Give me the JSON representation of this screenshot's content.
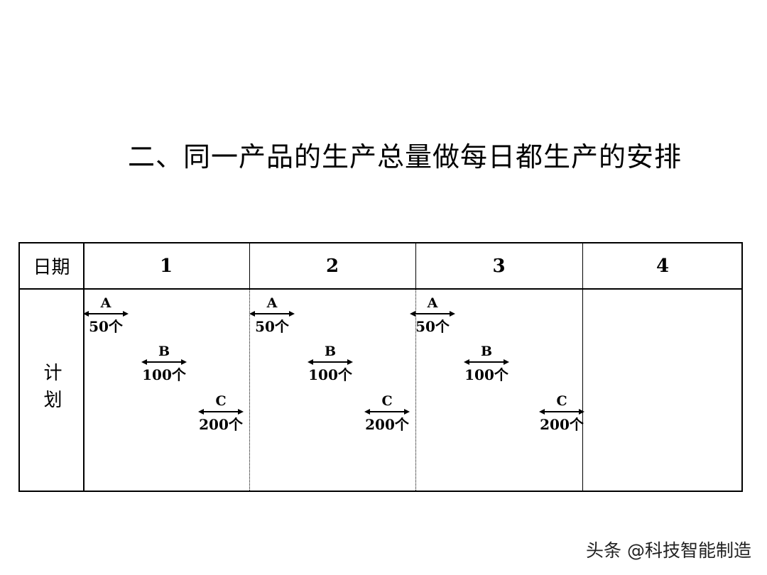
{
  "title": "二、同一产品的生产总量做每日都生产的安排",
  "table": {
    "header_label": "日期",
    "row_label": "计划",
    "days": [
      "1",
      "2",
      "3",
      "4"
    ]
  },
  "tasks": [
    {
      "day": "1",
      "name": "A",
      "qty": "50个"
    },
    {
      "day": "1",
      "name": "B",
      "qty": "100个"
    },
    {
      "day": "1",
      "name": "C",
      "qty": "200个"
    },
    {
      "day": "2",
      "name": "A",
      "qty": "50个"
    },
    {
      "day": "2",
      "name": "B",
      "qty": "100个"
    },
    {
      "day": "2",
      "name": "C",
      "qty": "200个"
    },
    {
      "day": "3",
      "name": "A",
      "qty": "50个"
    },
    {
      "day": "3",
      "name": "B",
      "qty": "100个"
    },
    {
      "day": "3",
      "name": "C",
      "qty": "200个"
    }
  ],
  "footer": {
    "watermark": "头条 @科技智能制造"
  }
}
